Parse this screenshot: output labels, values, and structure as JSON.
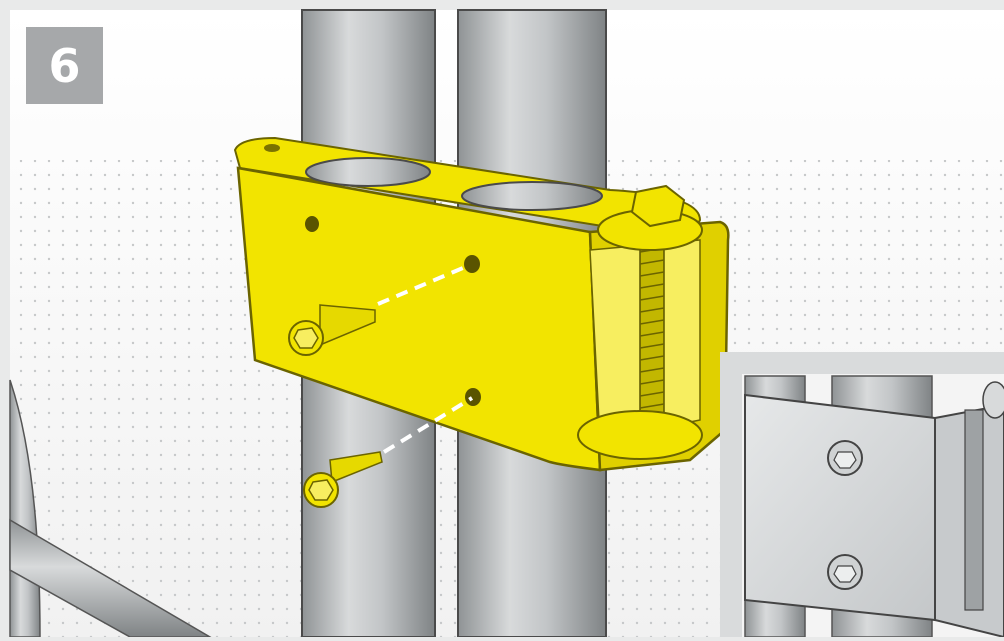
{
  "step": {
    "number": "6"
  },
  "palette": {
    "bracket": "#f2e400",
    "bracket_shadow": "#c9b800",
    "pipe": "#b9bcbe",
    "pipe_shadow": "#8e9294",
    "badge": "#a6a8aa",
    "inset_bracket": "#d7d9da"
  },
  "illustration": {
    "subject": "yellow-hinge-bracket-on-gate-post",
    "fasteners": [
      "hex-head-screw",
      "hex-head-screw"
    ],
    "inset": "installed-bracket-detail"
  }
}
